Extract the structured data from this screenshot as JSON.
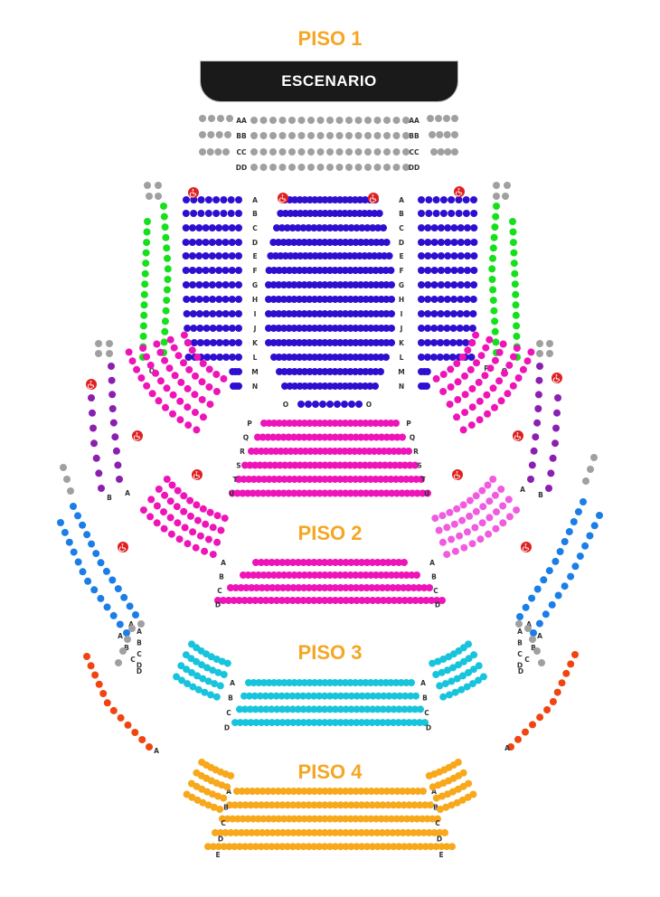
{
  "floors": [
    {
      "id": "piso1",
      "label": "PISO 1"
    },
    {
      "id": "piso2",
      "label": "PISO 2"
    },
    {
      "id": "piso3",
      "label": "PISO 3"
    },
    {
      "id": "piso4",
      "label": "PISO 4"
    }
  ],
  "stage": {
    "label": "ESCENARIO"
  },
  "colors": {
    "gray": "#a0a0a0",
    "blue": "#2e0fd0",
    "green": "#16e01c",
    "magenta": "#ee14b7",
    "purple": "#8a1fb0",
    "light_magenta": "#f15be0",
    "sky_blue": "#1a7ee6",
    "cyan": "#17c4dc",
    "red_orange": "#f04510",
    "orange": "#f7a81b",
    "accessible": "#e02020"
  },
  "row_labels": {
    "gray_rows": [
      "AA",
      "BB",
      "CC",
      "DD"
    ],
    "piso1_orchestra": [
      "A",
      "B",
      "C",
      "D",
      "E",
      "F",
      "G",
      "H",
      "I",
      "J",
      "K",
      "L",
      "M",
      "N"
    ],
    "piso1_o": "O",
    "piso1_side_green": [
      "Q",
      "P"
    ],
    "piso1_rear": [
      "P",
      "Q",
      "R",
      "S",
      "T",
      "U"
    ],
    "piso1_purple": [
      "B",
      "A"
    ],
    "piso2": [
      "A",
      "B",
      "C",
      "D"
    ],
    "piso3": [
      "A",
      "B",
      "C",
      "D"
    ],
    "piso3_side": [
      "A",
      "B",
      "C",
      "D"
    ],
    "piso4_side": "A",
    "piso4": [
      "A",
      "B",
      "C",
      "D",
      "E"
    ]
  },
  "icons": {
    "accessible": "wheelchair-icon"
  }
}
